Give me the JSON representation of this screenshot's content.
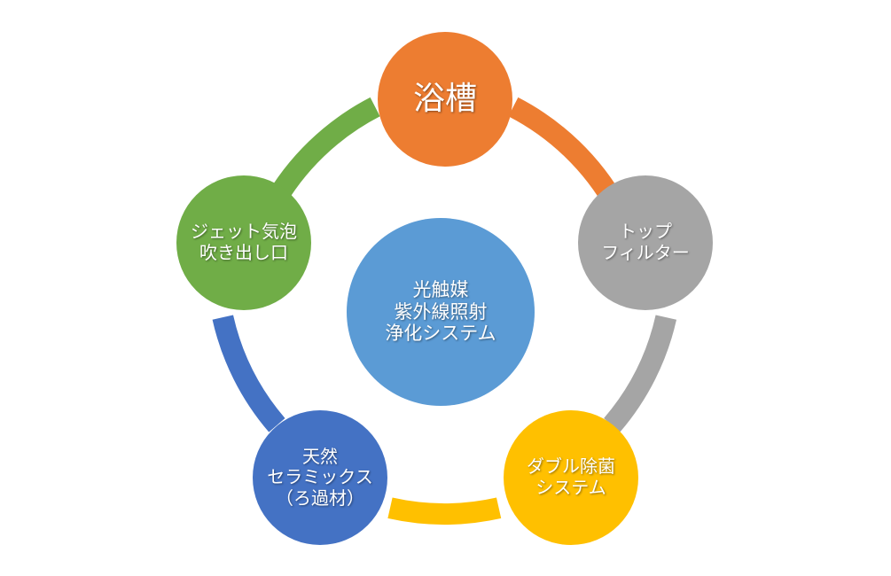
{
  "colors": {
    "orange": "#ED7D31",
    "gray": "#A5A5A5",
    "yellow": "#FFC000",
    "blue": "#4472C4",
    "green": "#70AD47",
    "center": "#5B9BD5"
  },
  "center": {
    "lines": [
      "光触媒",
      "紫外線照射",
      "浄化システム"
    ]
  },
  "nodes": [
    {
      "id": "top",
      "lines": [
        "浴槽"
      ]
    },
    {
      "id": "right",
      "lines": [
        "トップ",
        "フィルター"
      ]
    },
    {
      "id": "bright",
      "lines": [
        "ダブル除菌",
        "システム"
      ]
    },
    {
      "id": "bleft",
      "lines": [
        "天然",
        "セラミックス",
        "（ろ過材）"
      ]
    },
    {
      "id": "left",
      "lines": [
        "ジェット気泡",
        "吹き出し口"
      ]
    }
  ]
}
